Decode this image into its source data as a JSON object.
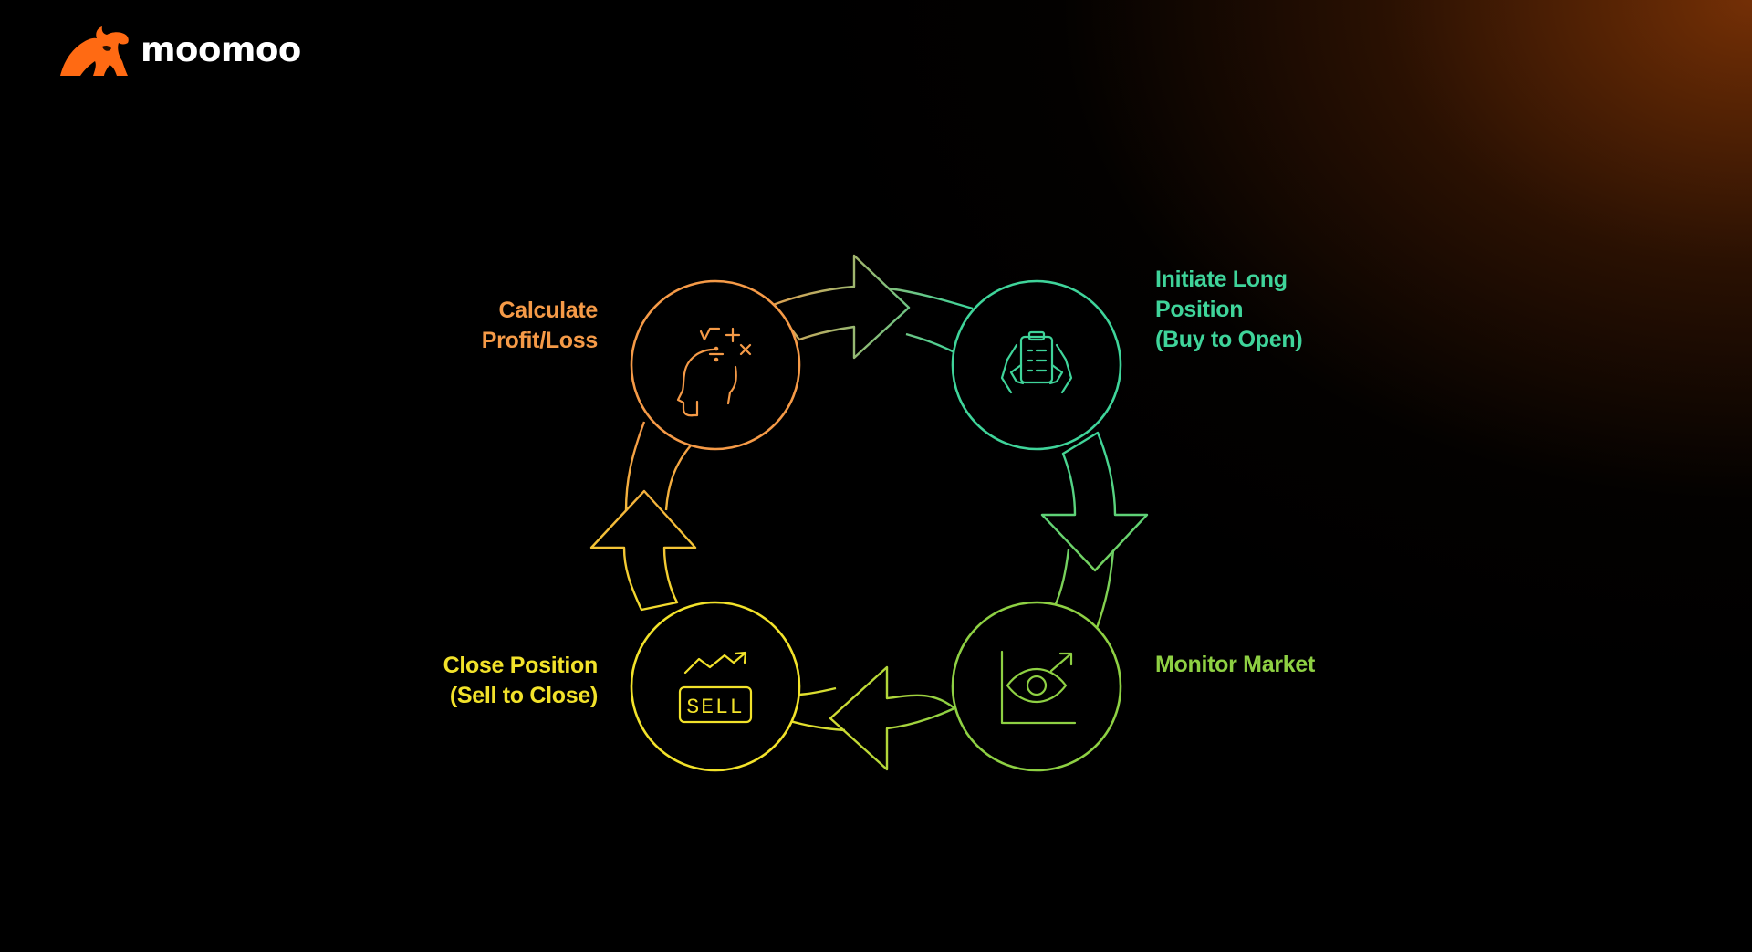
{
  "brand": {
    "name": "moomoo",
    "color": "#ff6a13"
  },
  "stages": [
    {
      "lines": [
        "Initiate Long",
        "Position",
        "(Buy to Open)"
      ],
      "color": "#3fd49a",
      "icon": "clipboard-hands-icon"
    },
    {
      "lines": [
        "Monitor Market"
      ],
      "color": "#8ed043",
      "icon": "eye-chart-icon"
    },
    {
      "lines": [
        "Close Position",
        "(Sell to Close)"
      ],
      "color": "#f2e22a",
      "icon": "sell-trend-icon",
      "icon_text": "SELL"
    },
    {
      "lines": [
        "Calculate",
        "Profit/Loss"
      ],
      "color": "#f59a47",
      "icon": "head-math-icon"
    }
  ]
}
